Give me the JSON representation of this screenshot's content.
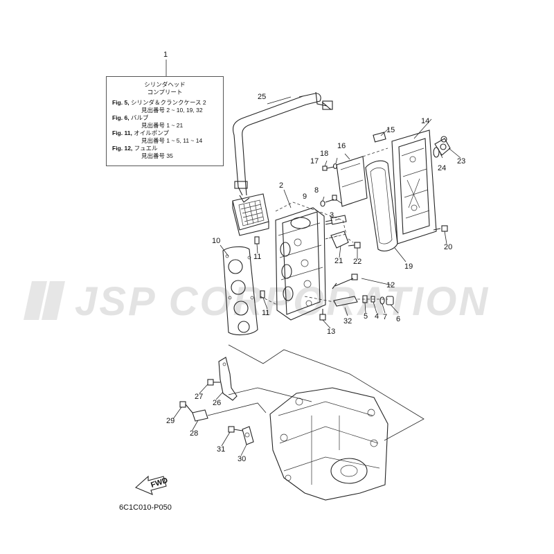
{
  "infobox": {
    "title_line1": "シリンダヘッド",
    "title_line2": "コンプリート",
    "refs": [
      {
        "fig": "Fig. 5,",
        "name": "シリンダ＆クランクケース 2",
        "sub": "見出番号 2 ~ 10, 19, 32"
      },
      {
        "fig": "Fig. 6,",
        "name": "バルブ",
        "sub": "見出番号 1 ~ 21"
      },
      {
        "fig": "Fig. 11,",
        "name": "オイルポンプ",
        "sub": "見出番号 1 ~ 5, 11 ~ 14"
      },
      {
        "fig": "Fig. 12,",
        "name": "フュエル",
        "sub": "見出番号 35"
      }
    ]
  },
  "watermark": "JSP CORPORATION",
  "fwd_label": "FWD",
  "diagram_code": "6C1C010-P050",
  "callouts": {
    "c1": "1",
    "c2": "2",
    "c3": "3",
    "c4": "4",
    "c5": "5",
    "c6": "6",
    "c7": "7",
    "c8": "8",
    "c9": "9",
    "c10": "10",
    "c11a": "11",
    "c11b": "11",
    "c12": "12",
    "c13": "13",
    "c14": "14",
    "c15": "15",
    "c16": "16",
    "c17": "17",
    "c18": "18",
    "c19": "19",
    "c20": "20",
    "c21": "21",
    "c22": "22",
    "c23": "23",
    "c24": "24",
    "c25": "25",
    "c26": "26",
    "c27": "27",
    "c28": "28",
    "c29": "29",
    "c30": "30",
    "c31": "31",
    "c32": "32"
  }
}
